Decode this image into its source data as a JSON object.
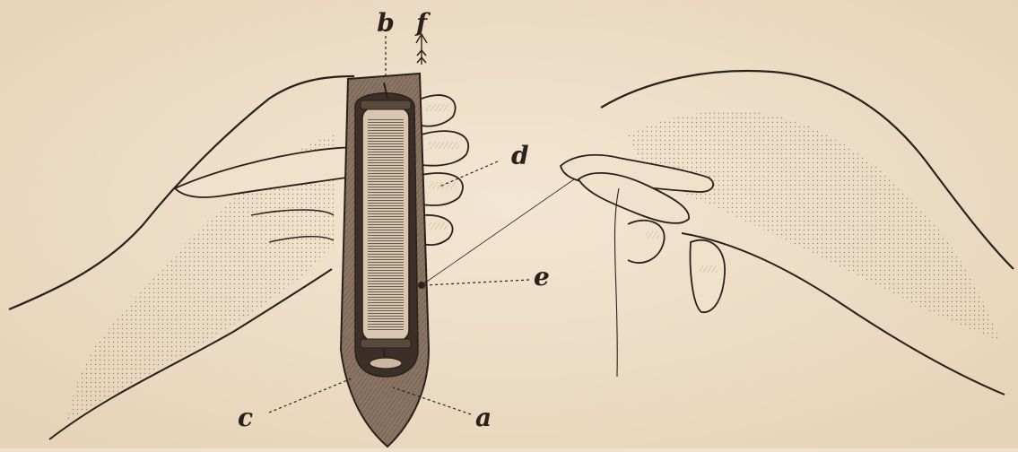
{
  "labels": {
    "a": "a",
    "b": "b",
    "c": "c",
    "d": "d",
    "e": "e",
    "f": "f"
  },
  "colors": {
    "paper": "#efe1cc",
    "ink": "#2a211b",
    "shuttle_dark": "#3b2f27",
    "shuttle_mid": "#8a7564",
    "bobbin": "#d8c6ae"
  }
}
